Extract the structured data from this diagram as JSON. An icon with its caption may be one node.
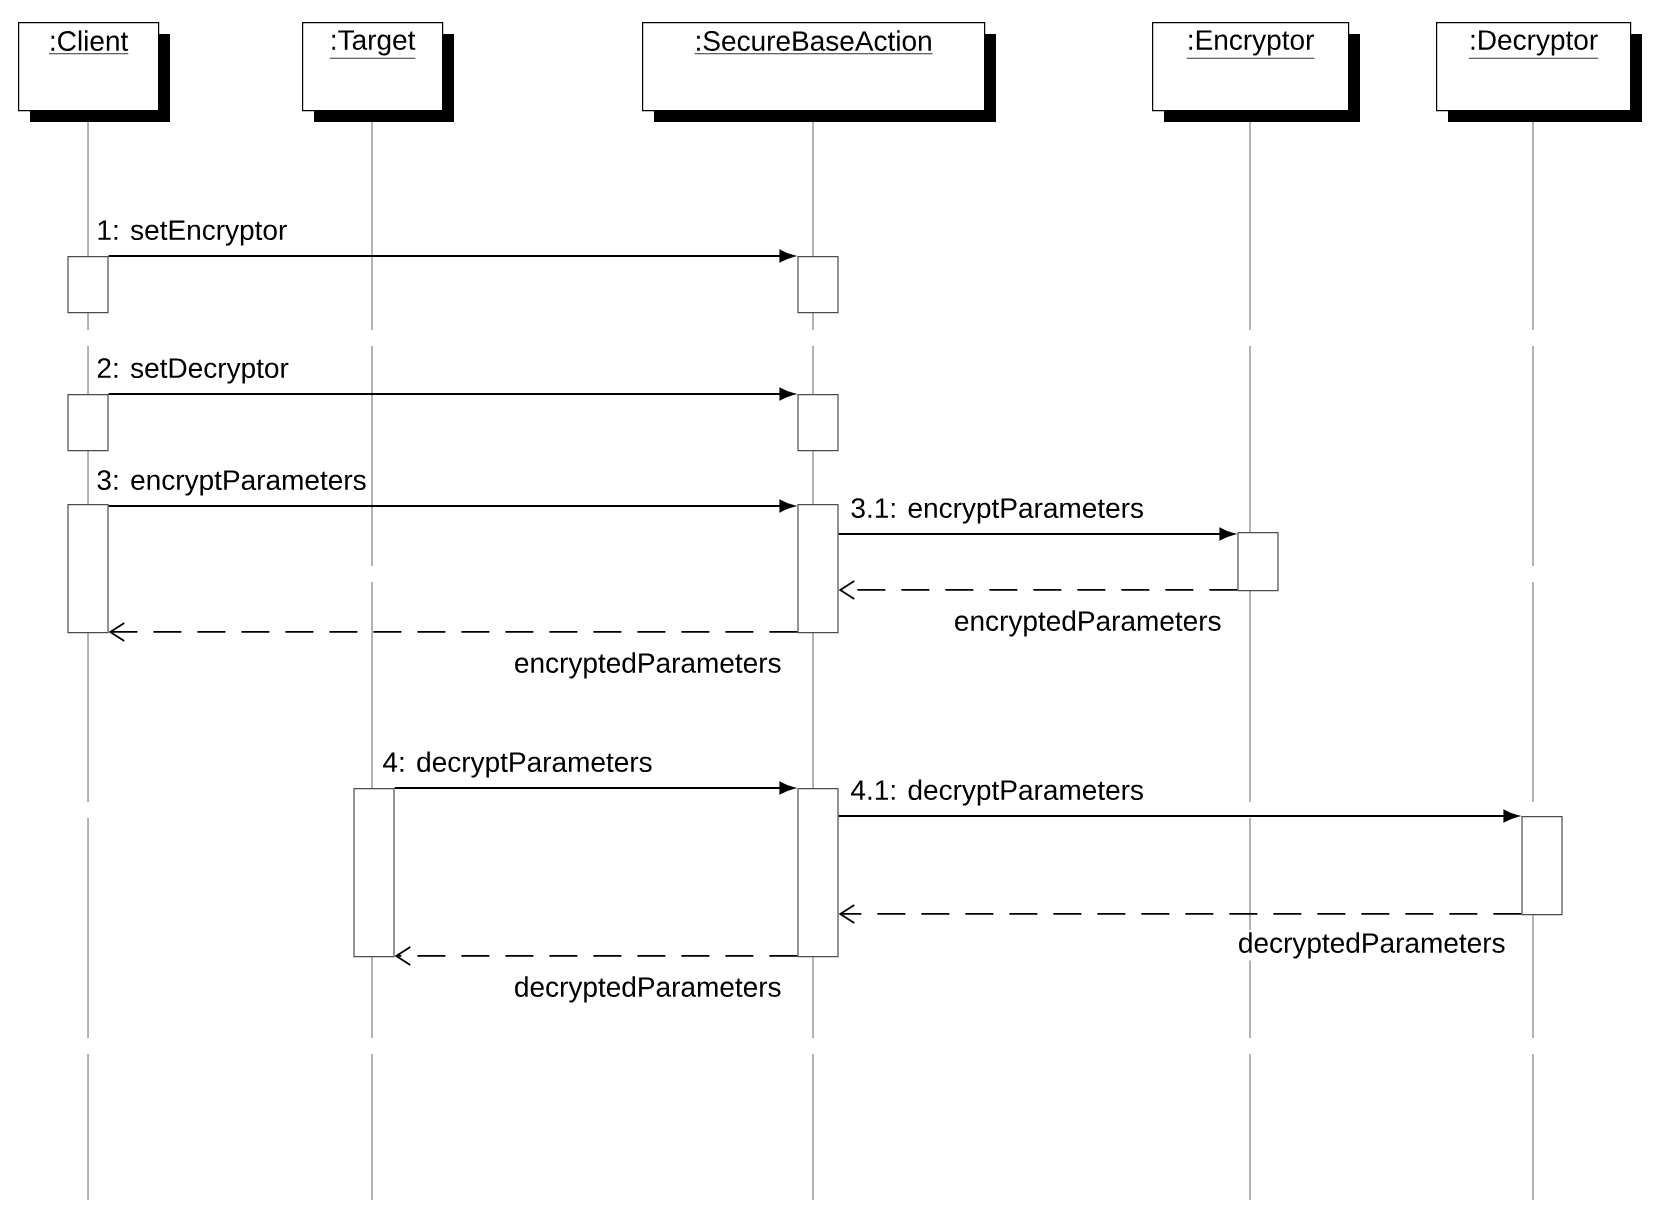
{
  "diagram": {
    "nodes": [
      {
        "text": [
          ":Client"
        ]
      },
      {
        "text": [
          ":Target"
        ]
      },
      {
        "text": [
          ":SecureBaseAction"
        ]
      },
      {
        "text": [
          ":Encryptor"
        ]
      },
      {
        "text": [
          ":Decryptor"
        ]
      },
      {
        "text": [],
        "shape": "bar"
      },
      {
        "text": [],
        "shape": "bar"
      },
      {
        "text": [],
        "shape": "bar"
      },
      {
        "text": [],
        "shape": "bar"
      },
      {
        "text": [],
        "shape": "bar"
      },
      {
        "text": [],
        "shape": "bar"
      },
      {
        "text": [],
        "shape": "bar"
      },
      {
        "text": [],
        "shape": "bar"
      },
      {
        "text": [],
        "shape": "bar"
      },
      {
        "text": [],
        "shape": "bar"
      }
    ],
    "edges": [
      {
        "from": 5,
        "to": 6,
        "arrow": "to",
        "label": "1: setEncryptor"
      },
      {
        "from": 7,
        "to": 8,
        "arrow": "to",
        "label": "2: setDecryptor"
      },
      {
        "from": 9,
        "to": 10,
        "arrow": "to",
        "label": "3: encryptParameters"
      },
      {
        "from": 10,
        "to": 11,
        "arrow": "to",
        "label": "3.1: encryptParameters"
      },
      {
        "from": 11,
        "to": 10,
        "arrow": "to",
        "label": "encryptedParameters",
        "style": "dashed"
      },
      {
        "from": 10,
        "to": 9,
        "arrow": "to",
        "label": "encryptedParameters",
        "style": "dashed"
      },
      {
        "from": 12,
        "to": 13,
        "arrow": "to",
        "label": "4: decryptParameters"
      },
      {
        "from": 13,
        "to": 14,
        "arrow": "to",
        "label": "4.1: decryptParameters"
      },
      {
        "from": 14,
        "to": 13,
        "arrow": "to",
        "label": "decryptedParameters",
        "style": "dashed"
      },
      {
        "from": 13,
        "to": 12,
        "arrow": "to",
        "label": "decryptedParameters",
        "style": "dashed"
      }
    ]
  }
}
